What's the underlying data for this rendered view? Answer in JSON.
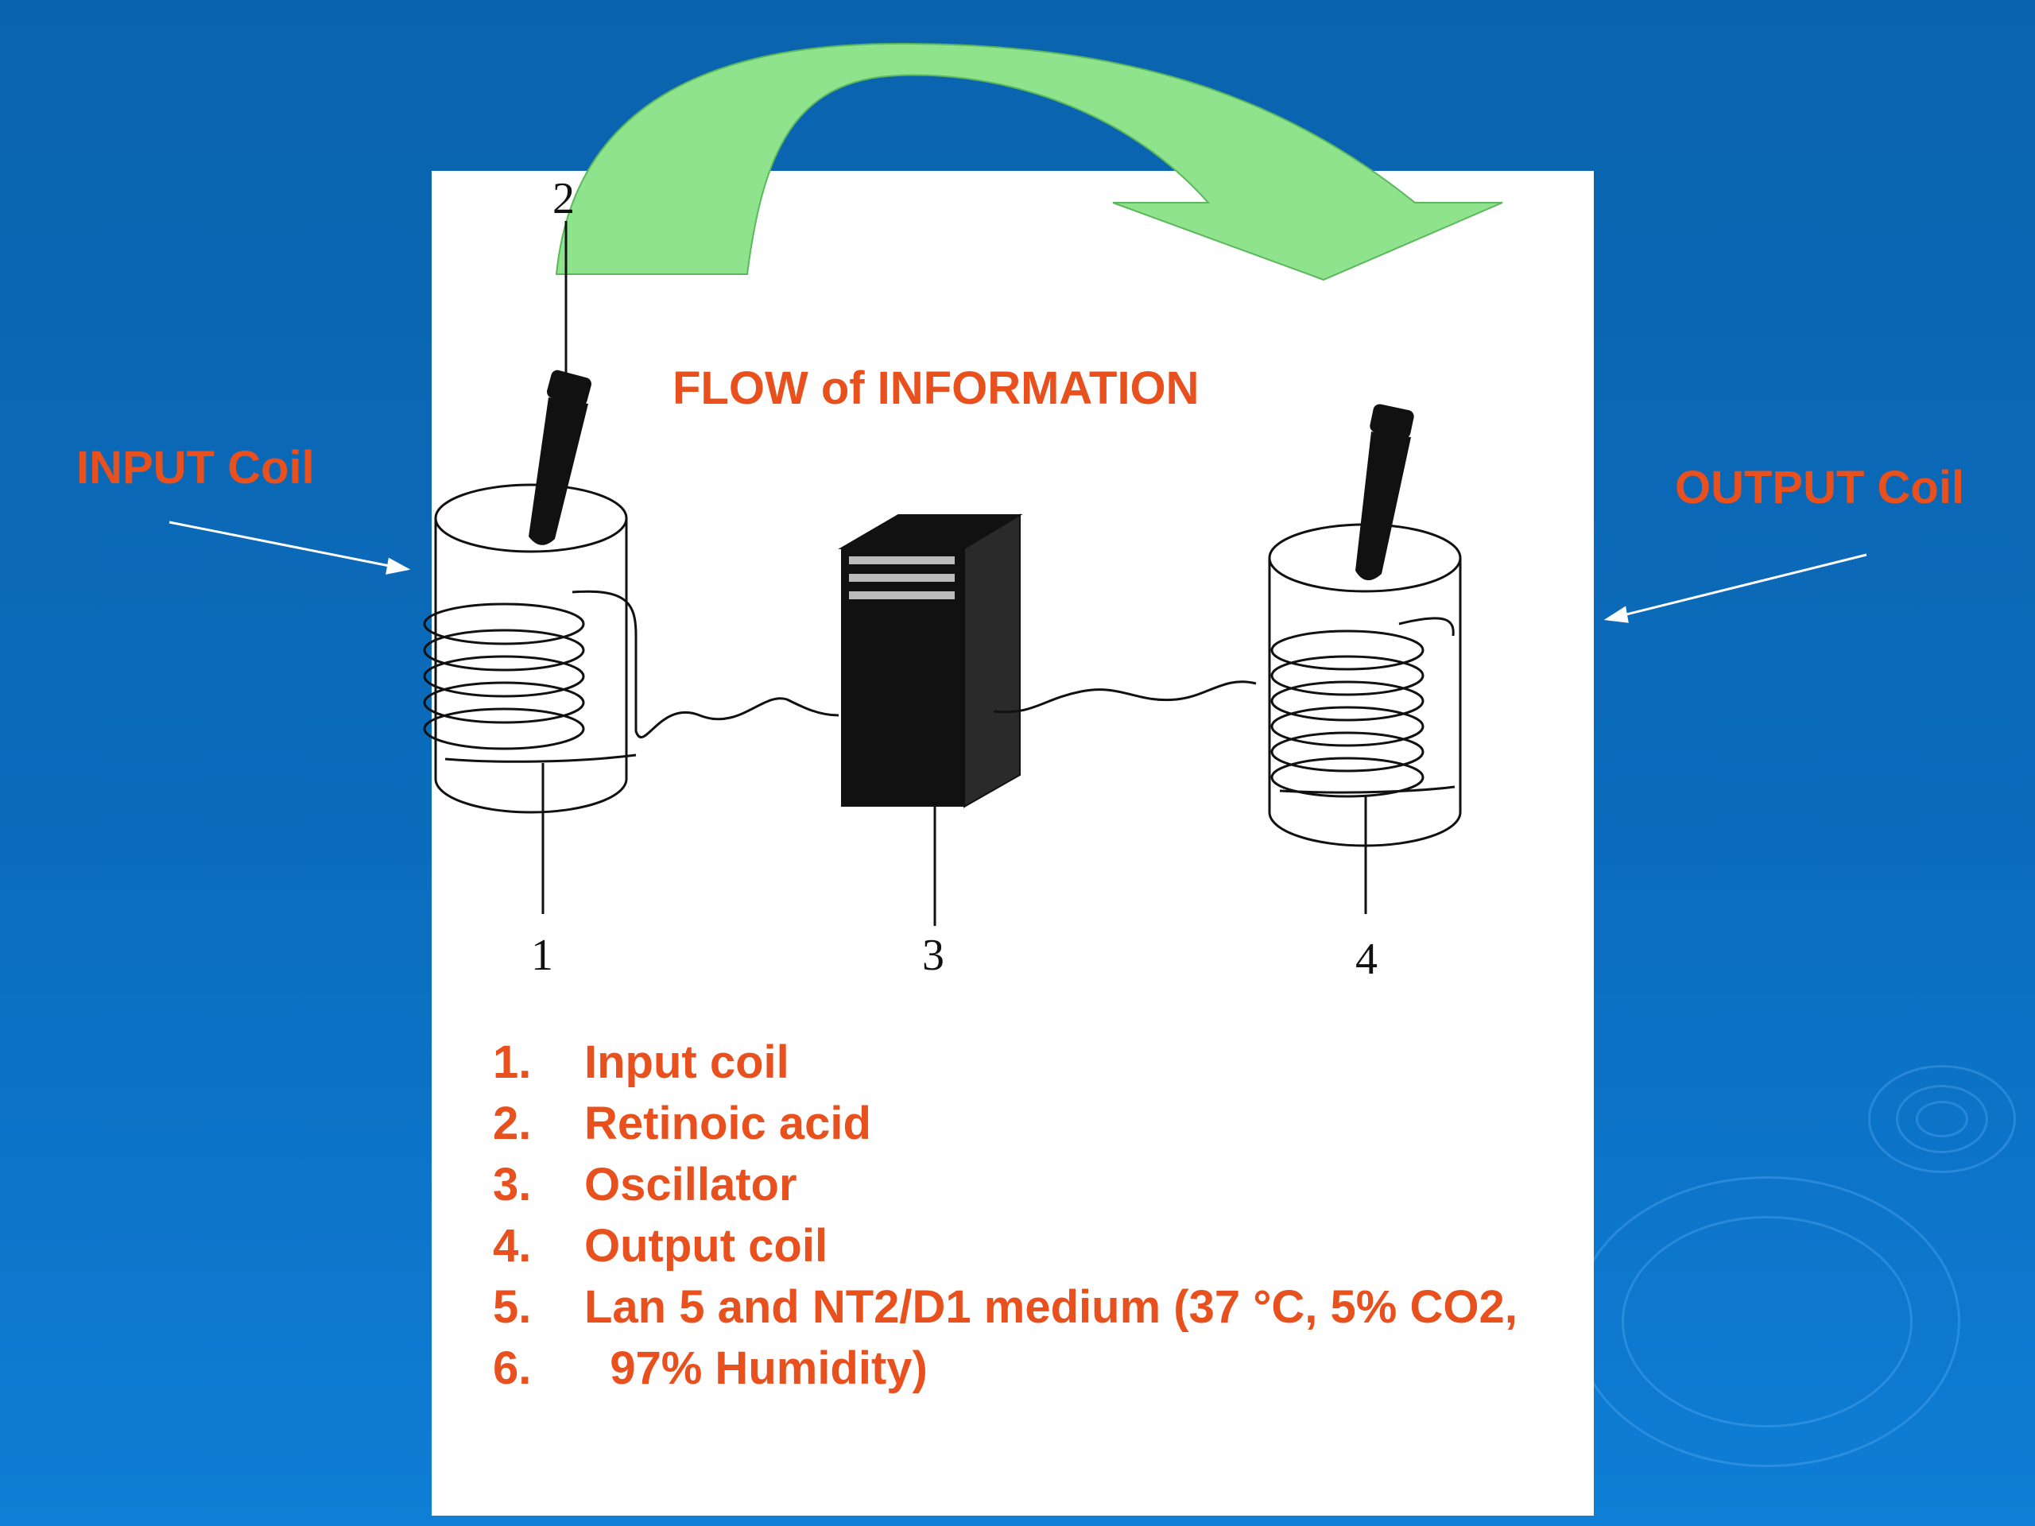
{
  "labels": {
    "input_coil": "INPUT Coil",
    "output_coil": "OUTPUT Coil",
    "flow": "FLOW of INFORMATION"
  },
  "figure_numbers": {
    "retinoic_acid": "2",
    "input_coil": "1",
    "oscillator": "3",
    "output_coil": "4"
  },
  "legend": [
    {
      "num": "1.",
      "text": "Input coil"
    },
    {
      "num": "2.",
      "text": "Retinoic acid"
    },
    {
      "num": "3.",
      "text": "Oscillator"
    },
    {
      "num": "4.",
      "text": "Output coil"
    },
    {
      "num": "5.",
      "text": "Lan 5 and NT2/D1 medium (37 °C, 5% CO2,"
    },
    {
      "num": "6.",
      "text": "  97% Humidity)"
    }
  ],
  "colors": {
    "label_red": "#e8501e",
    "arrow_green": "#8fe38c",
    "background_blue": "#0b6cbd"
  },
  "icons": [
    "flow-arrow",
    "pointer-arrow",
    "test-tube",
    "coil",
    "oscillator-box"
  ]
}
